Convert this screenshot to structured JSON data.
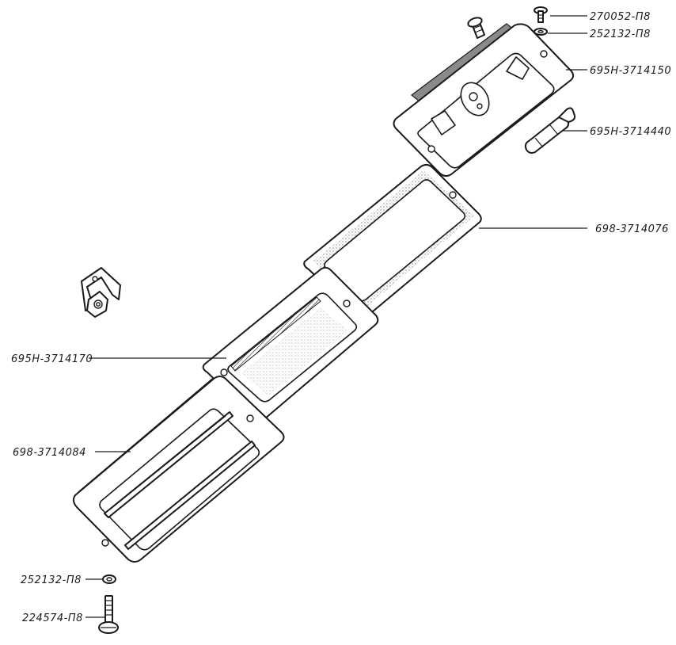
{
  "labels": {
    "screw_top": "270052-П8",
    "washer_top": "252132-П8",
    "housing_top": "695Н-3714150",
    "bulb": "695Н-3714440",
    "frame_middle": "698-3714076",
    "housing_middle": "695Н-3714170",
    "frame_lower": "698-3714084",
    "washer_bottom": "252132-П8",
    "screw_bottom": "224574-П8"
  },
  "icons": {
    "clip": "spring-clip-icon",
    "screw": "screw-icon",
    "washer": "washer-icon",
    "bulb": "bulb-icon"
  }
}
